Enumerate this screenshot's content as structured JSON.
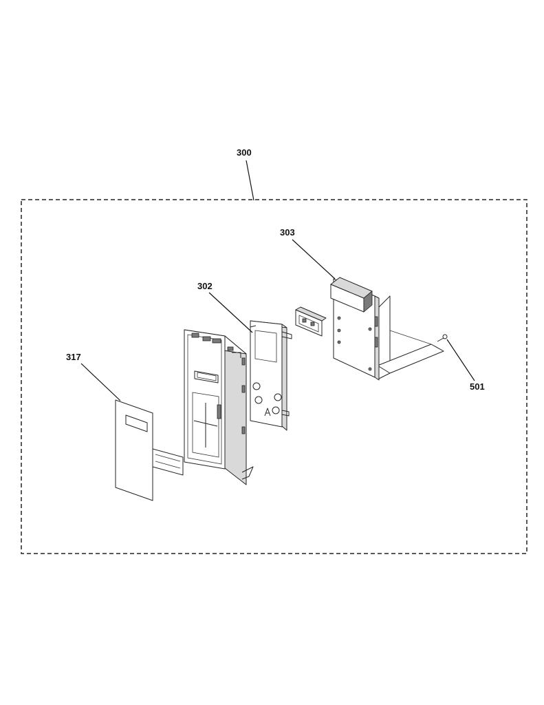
{
  "callouts": {
    "assembly": "300",
    "display_window_panel": "302",
    "control_board": "303",
    "keypad_membrane": "317",
    "screw": "501"
  }
}
